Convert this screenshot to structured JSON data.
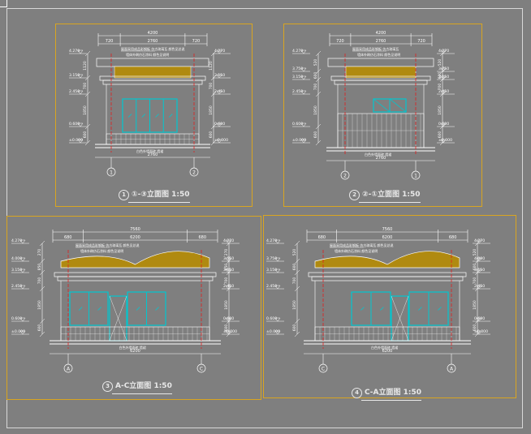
{
  "colors": {
    "background": "#7f7f7f",
    "panel_border": "#d9a520",
    "roof_fill": "#b08a10",
    "glass": "#00c8d0",
    "axis_red": "#e02020",
    "dim": "#ffffff",
    "label_green": "#30e060"
  },
  "panels": [
    {
      "num": "1",
      "title": "①-③立面图 1:50",
      "total_width": "4200",
      "seg_left": "720",
      "seg_mid": "2760",
      "seg_right": "720",
      "bottom_mid": "2760",
      "axis_left": "1",
      "axis_right": "2",
      "note1": "屋面采用成品彩钢板 仿古琉璃瓦 颜色见总说",
      "note2": "墙体外刷仿石涂料 颜色见说明",
      "note3": "白色外墙面砖 墙裙",
      "elev_left": [
        "4.270",
        "3.150",
        "2.450",
        "0.600",
        "±0.000"
      ],
      "elev_right": [
        "4.270",
        "3.150",
        "2.450",
        "0.600",
        "±0.000"
      ],
      "dims_left": [
        "1120",
        "700",
        "1850",
        "600"
      ],
      "dims_right": [
        "1120",
        "700",
        "1850",
        "600"
      ]
    },
    {
      "num": "2",
      "title": "②-①立面图 1:50",
      "total_width": "4200",
      "seg_left": "720",
      "seg_mid": "2760",
      "seg_right": "720",
      "bottom_mid": "2760",
      "axis_left": "2",
      "axis_right": "1",
      "note1": "屋面采用成品彩钢板 仿古琉璃瓦",
      "note2": "墙体外刷仿石涂料 颜色见说明",
      "note3": "白色外墙面砖 墙裙",
      "elev_left": [
        "4.270",
        "3.750",
        "3.150",
        "2.450",
        "0.600",
        "±0.000"
      ],
      "elev_right": [
        "4.270",
        "3.750",
        "3.150",
        "2.450",
        "0.600",
        "±0.000"
      ],
      "dims_left": [
        "520",
        "600",
        "700",
        "1850",
        "600"
      ],
      "dims_right": [
        "520",
        "600",
        "700",
        "1850",
        "600"
      ]
    },
    {
      "num": "3",
      "title": "A-C立面图 1:50",
      "total_width": "7560",
      "seg_left": "680",
      "seg_mid": "6200",
      "seg_right": "680",
      "bottom_mid": "6200",
      "axis_left": "A",
      "axis_right": "C",
      "note1": "屋面采用成品彩钢板 仿古琉璃瓦 颜色见总说",
      "note2": "墙体外刷仿石涂料 颜色见说明",
      "note3": "白色外墙面砖 墙裙",
      "elev_left": [
        "4.270",
        "4.000",
        "3.150",
        "2.450",
        "0.600",
        "±0.000"
      ],
      "elev_right": [
        "4.270",
        "3.550",
        "3.150",
        "2.450",
        "0.600",
        "±0.000"
      ],
      "dims_left": [
        "270",
        "850",
        "700",
        "1850",
        "600"
      ],
      "dims_right": [
        "270",
        "850",
        "700",
        "1850",
        "600"
      ]
    },
    {
      "num": "4",
      "title": "C-A立面图 1:50",
      "total_width": "7560",
      "seg_left": "680",
      "seg_mid": "6200",
      "seg_right": "680",
      "bottom_mid": "6200",
      "axis_left": "C",
      "axis_right": "A",
      "note1": "屋面采用成品彩钢板 仿古琉璃瓦 颜色见总说",
      "note2": "墙体外刷仿石涂料 颜色见说明",
      "note3": "白色外墙面砖 墙裙",
      "elev_left": [
        "4.270",
        "3.750",
        "3.150",
        "2.450",
        "0.600",
        "±0.000"
      ],
      "elev_right": [
        "4.270",
        "4.000",
        "3.150",
        "2.450",
        "0.600",
        "±0.000"
      ],
      "dims_left": [
        "520",
        "600",
        "700",
        "1850",
        "600"
      ],
      "dims_right": [
        "520",
        "600",
        "700",
        "1850",
        "600"
      ]
    }
  ]
}
